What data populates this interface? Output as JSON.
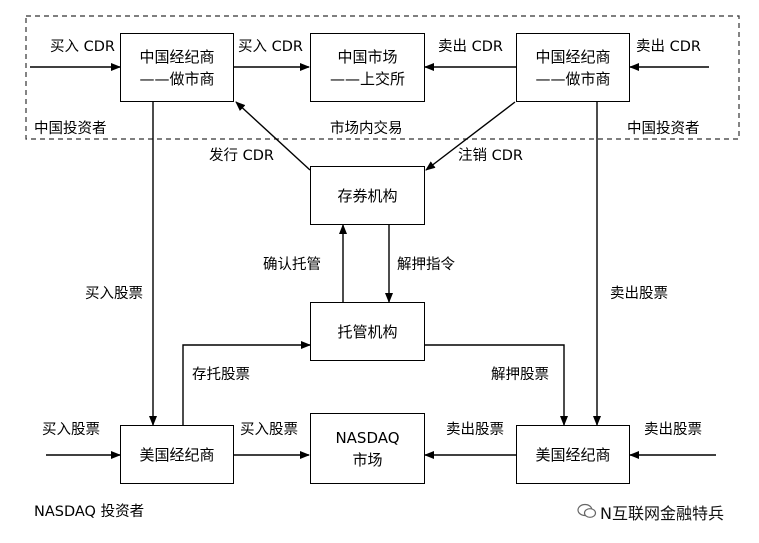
{
  "boxes": {
    "cn_dealer_left": {
      "line1": "中国经纪商",
      "line2": "——做市商"
    },
    "cn_market": {
      "line1": "中国市场",
      "line2": "——上交所"
    },
    "cn_dealer_right": {
      "line1": "中国经纪商",
      "line2": "——做市商"
    },
    "depository": {
      "line1": "存券机构"
    },
    "custodian": {
      "line1": "托管机构"
    },
    "us_dealer_left": {
      "line1": "美国经纪商"
    },
    "nasdaq": {
      "line1": "NASDAQ",
      "line2": "市场"
    },
    "us_dealer_right": {
      "line1": "美国经纪商"
    }
  },
  "labels": {
    "buy_cdr_in": "买入 CDR",
    "buy_cdr_mid": "买入 CDR",
    "sell_cdr_mid": "卖出 CDR",
    "sell_cdr_in": "卖出 CDR",
    "cn_investor_left": "中国投资者",
    "cn_investor_right": "中国投资者",
    "market_trading": "市场内交易",
    "issue_cdr": "发行 CDR",
    "cancel_cdr": "注销 CDR",
    "confirm_custody": "确认托管",
    "release_instruction": "解押指令",
    "buy_stock_left_vertical": "买入股票",
    "sell_stock_right_vertical": "卖出股票",
    "deposit_stock": "存托股票",
    "release_stock": "解押股票",
    "buy_stock_in": "买入股票",
    "buy_stock_mid": "买入股票",
    "sell_stock_mid": "卖出股票",
    "sell_stock_in": "卖出股票",
    "nasdaq_investor": "NASDAQ 投资者"
  },
  "watermark": {
    "text": "N互联网金融特兵",
    "icon": "wechat-icon"
  },
  "colors": {
    "line": "#000000",
    "dashed_border": "#333333"
  }
}
